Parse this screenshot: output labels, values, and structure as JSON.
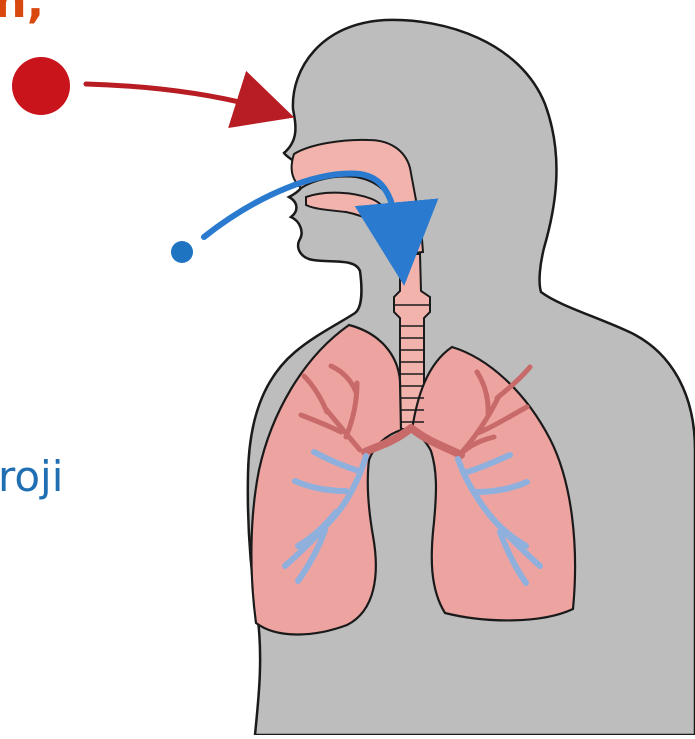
{
  "fragments": {
    "top": "n,",
    "middle": "roji"
  },
  "colors": {
    "top_text": "#d9480f",
    "middle_text": "#1f6fb2",
    "red_dot": "#c9141c",
    "red_arrow": "#b81d24",
    "blue_dot": "#1f74c2",
    "blue_arrow": "#2a7bcf",
    "body_fill": "#bdbdbd",
    "outline": "#1a1a1a",
    "lung_fill": "#eda4a1",
    "airway_fill": "#f2b3ad",
    "bronchi_red": "#c86a69",
    "bronchi_blue": "#8fb0dd"
  },
  "icons": {
    "red_particle": "red-circle",
    "blue_particle": "blue-circle"
  }
}
